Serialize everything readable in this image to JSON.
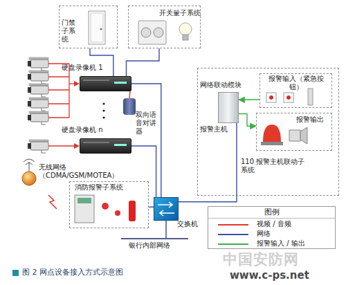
{
  "diagram": {
    "caption": "图 2 网点设备接入方式示意图",
    "nodes": [
      {
        "text": [
          "门禁子系统"
        ]
      },
      {
        "text": [
          "开关量子系统"
        ]
      },
      {
        "text": [
          "硬盘录像机 1"
        ]
      },
      {
        "text": [
          "双向语音对讲器"
        ]
      },
      {
        "text": [
          "硬盘录像机 n"
        ]
      },
      {
        "text": [
          "110 报警主机联动子系统"
        ]
      },
      {
        "text": [
          "网络联动模块",
          "报警主机"
        ],
        "in": 5
      },
      {
        "text": [
          "报警输入（紧急按钮）"
        ],
        "in": 5
      },
      {
        "text": [
          "报警输出"
        ],
        "in": 5
      },
      {
        "text": [
          "消防报警子系统"
        ]
      },
      {
        "text": [
          "交换机"
        ]
      }
    ],
    "edges": [
      {
        "from": 2,
        "to": 0,
        "arrow": "none"
      },
      {
        "from": 2,
        "to": 1,
        "arrow": "none"
      },
      {
        "from": 3,
        "to": 2,
        "arrow": "none"
      },
      {
        "from": 2,
        "to": 10,
        "arrow": "none"
      },
      {
        "from": 4,
        "to": 10,
        "arrow": "none"
      },
      {
        "from": 6,
        "to": 10,
        "arrow": "none"
      },
      {
        "from": 9,
        "to": 10,
        "arrow": "none"
      },
      {
        "from": 7,
        "to": 6,
        "arrow": "to"
      },
      {
        "from": 6,
        "to": 8,
        "arrow": "to"
      }
    ],
    "labels": [
      "无线网络（CDMA/GSM/MOTEA）",
      "银行内部网络",
      "图例",
      "中国安防网",
      "www.c-ps.net"
    ],
    "legend": [
      {
        "text": "视频 / 音频",
        "color": "#e0352b"
      },
      {
        "text": "网络",
        "color": "#3d4fa3"
      },
      {
        "text": "报警输入 / 输出",
        "color": "#3fae49"
      }
    ]
  }
}
